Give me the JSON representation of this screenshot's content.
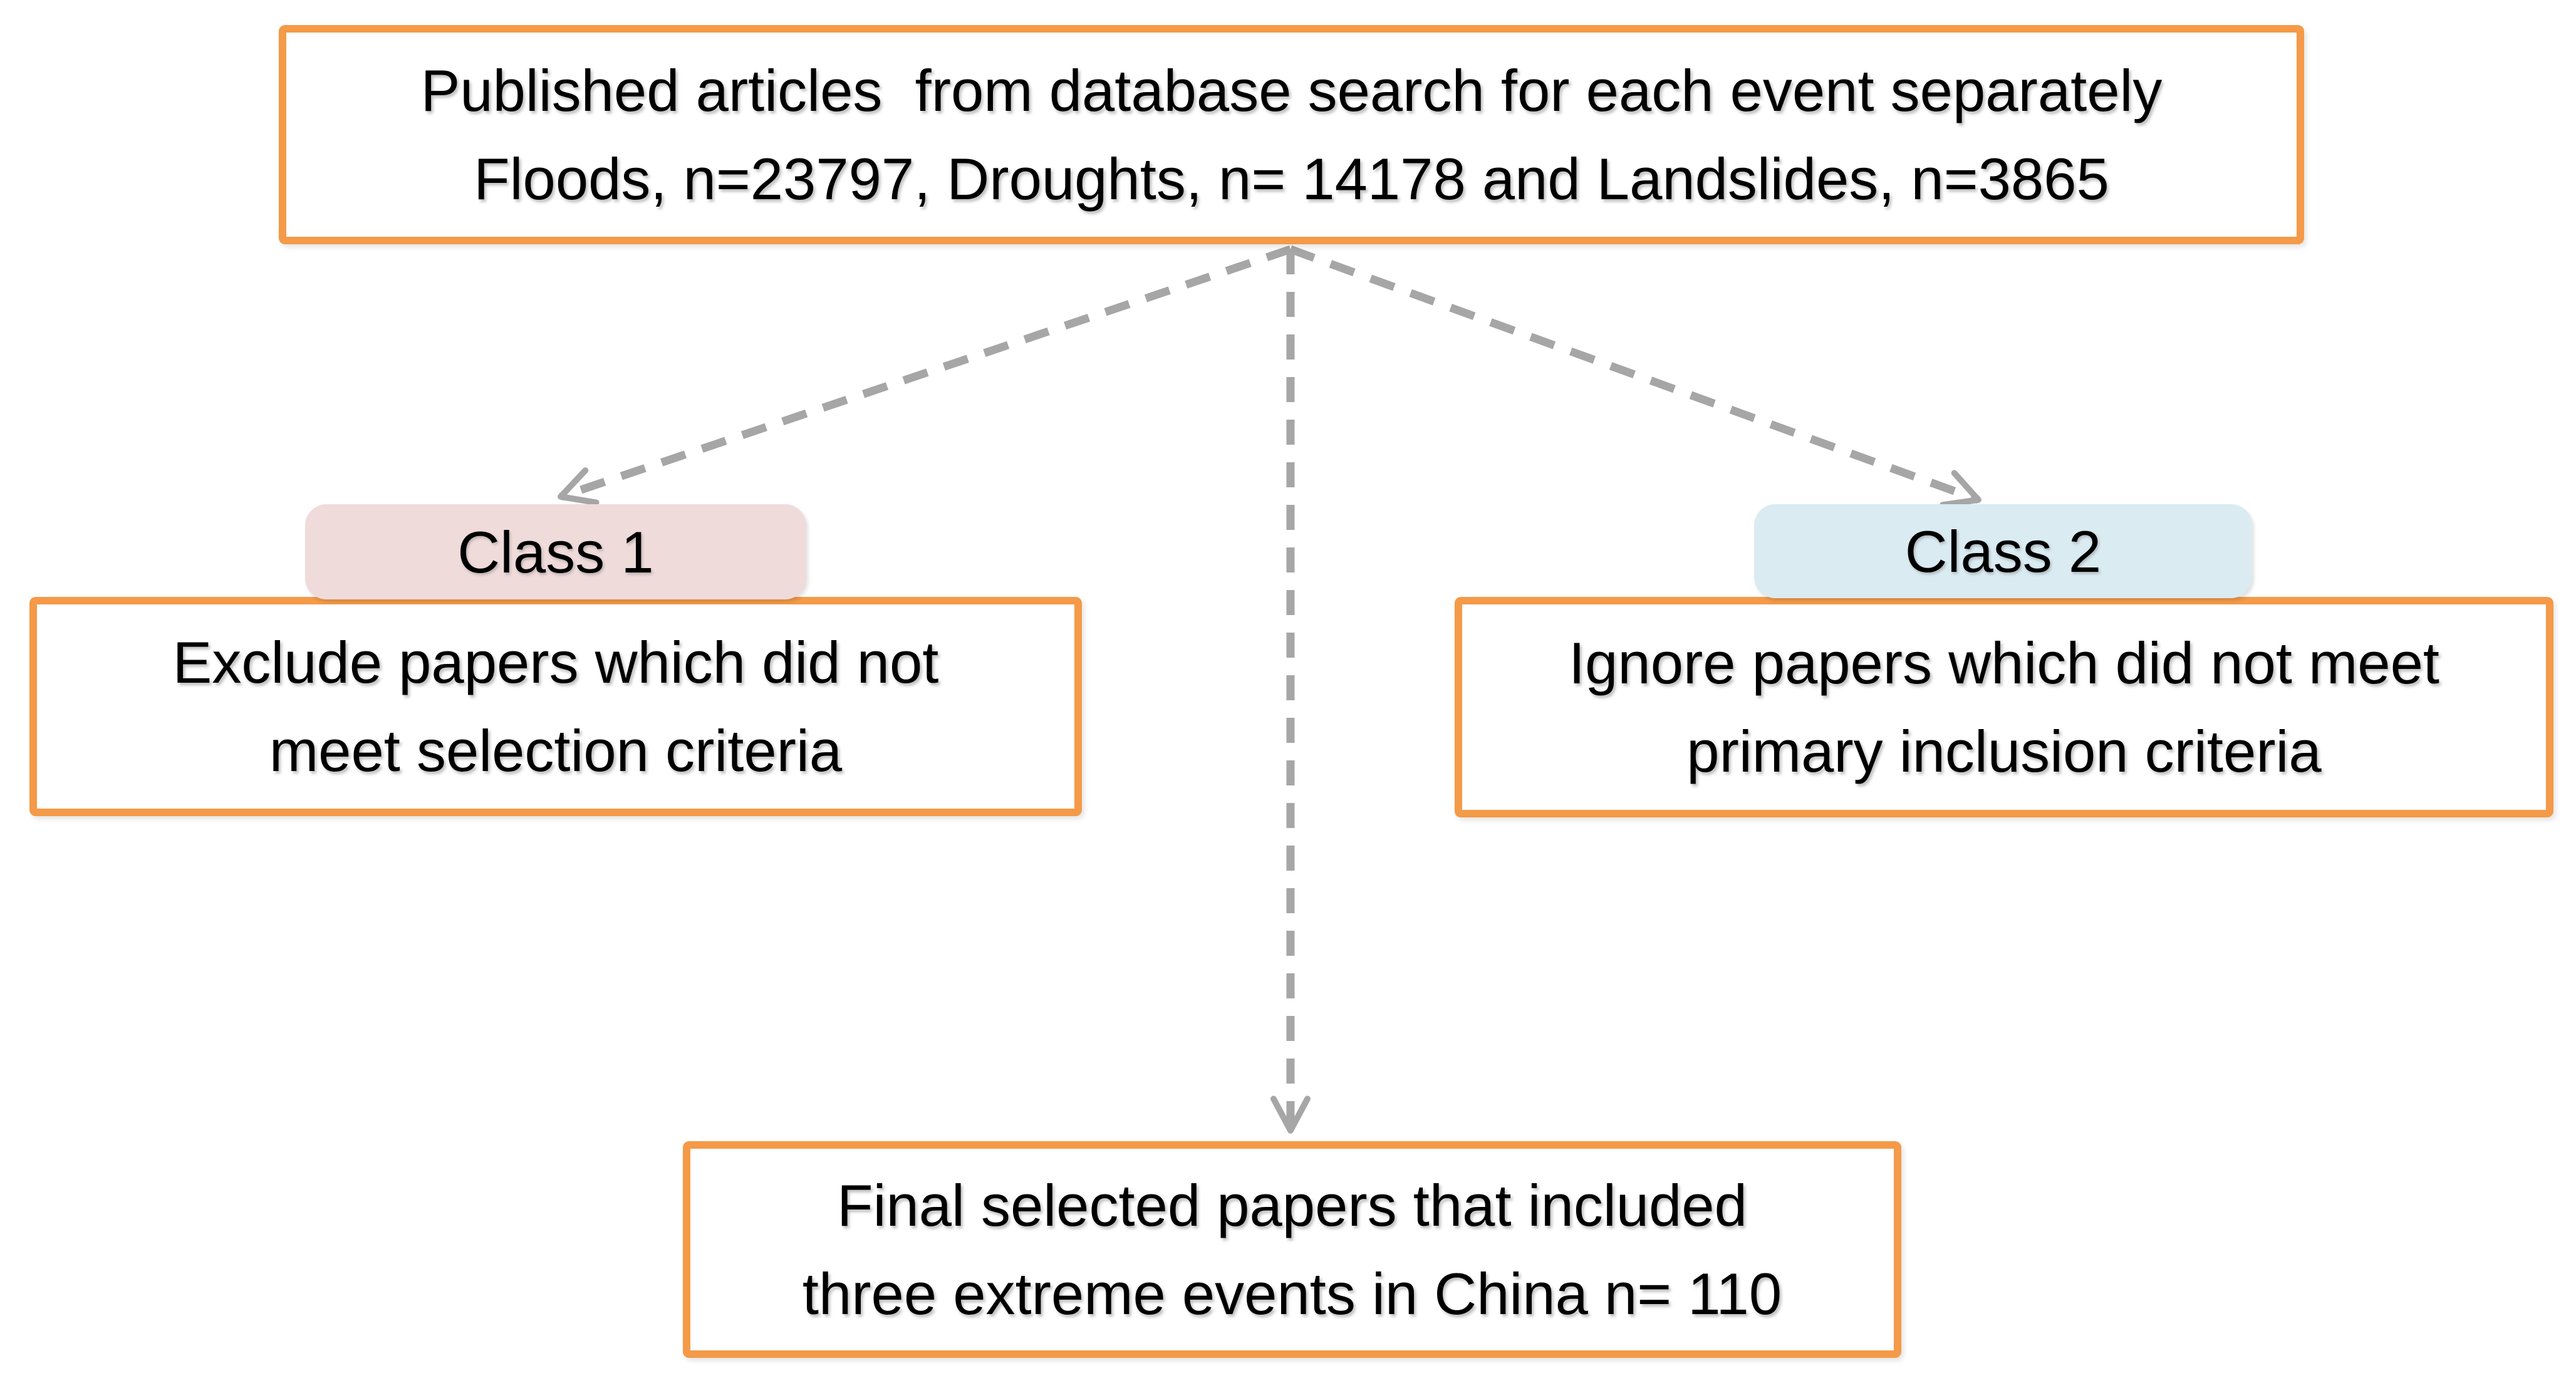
{
  "colors": {
    "border_orange": "#F49A48",
    "pill_pink": "#F0DBDB",
    "pill_blue": "#DAEBF2",
    "arrow_gray": "#A6A6A6",
    "text": "#000000",
    "background": "#FFFFFF"
  },
  "flowchart": {
    "source_box": {
      "line1": "Published articles  from database search for each event separately",
      "line2": "Floods, n=23797, Droughts, n= 14178 and Landslides, n=3865"
    },
    "class1": {
      "label": "Class 1"
    },
    "exclusion_box": {
      "line1": "Exclude papers which did not",
      "line2": "meet selection criteria"
    },
    "class2": {
      "label": "Class 2"
    },
    "ignore_box": {
      "line1": "Ignore papers which did not meet",
      "line2": "primary inclusion criteria"
    },
    "final_box": {
      "line1": "Final selected papers that included",
      "line2": "three extreme events in China n= 110"
    }
  }
}
